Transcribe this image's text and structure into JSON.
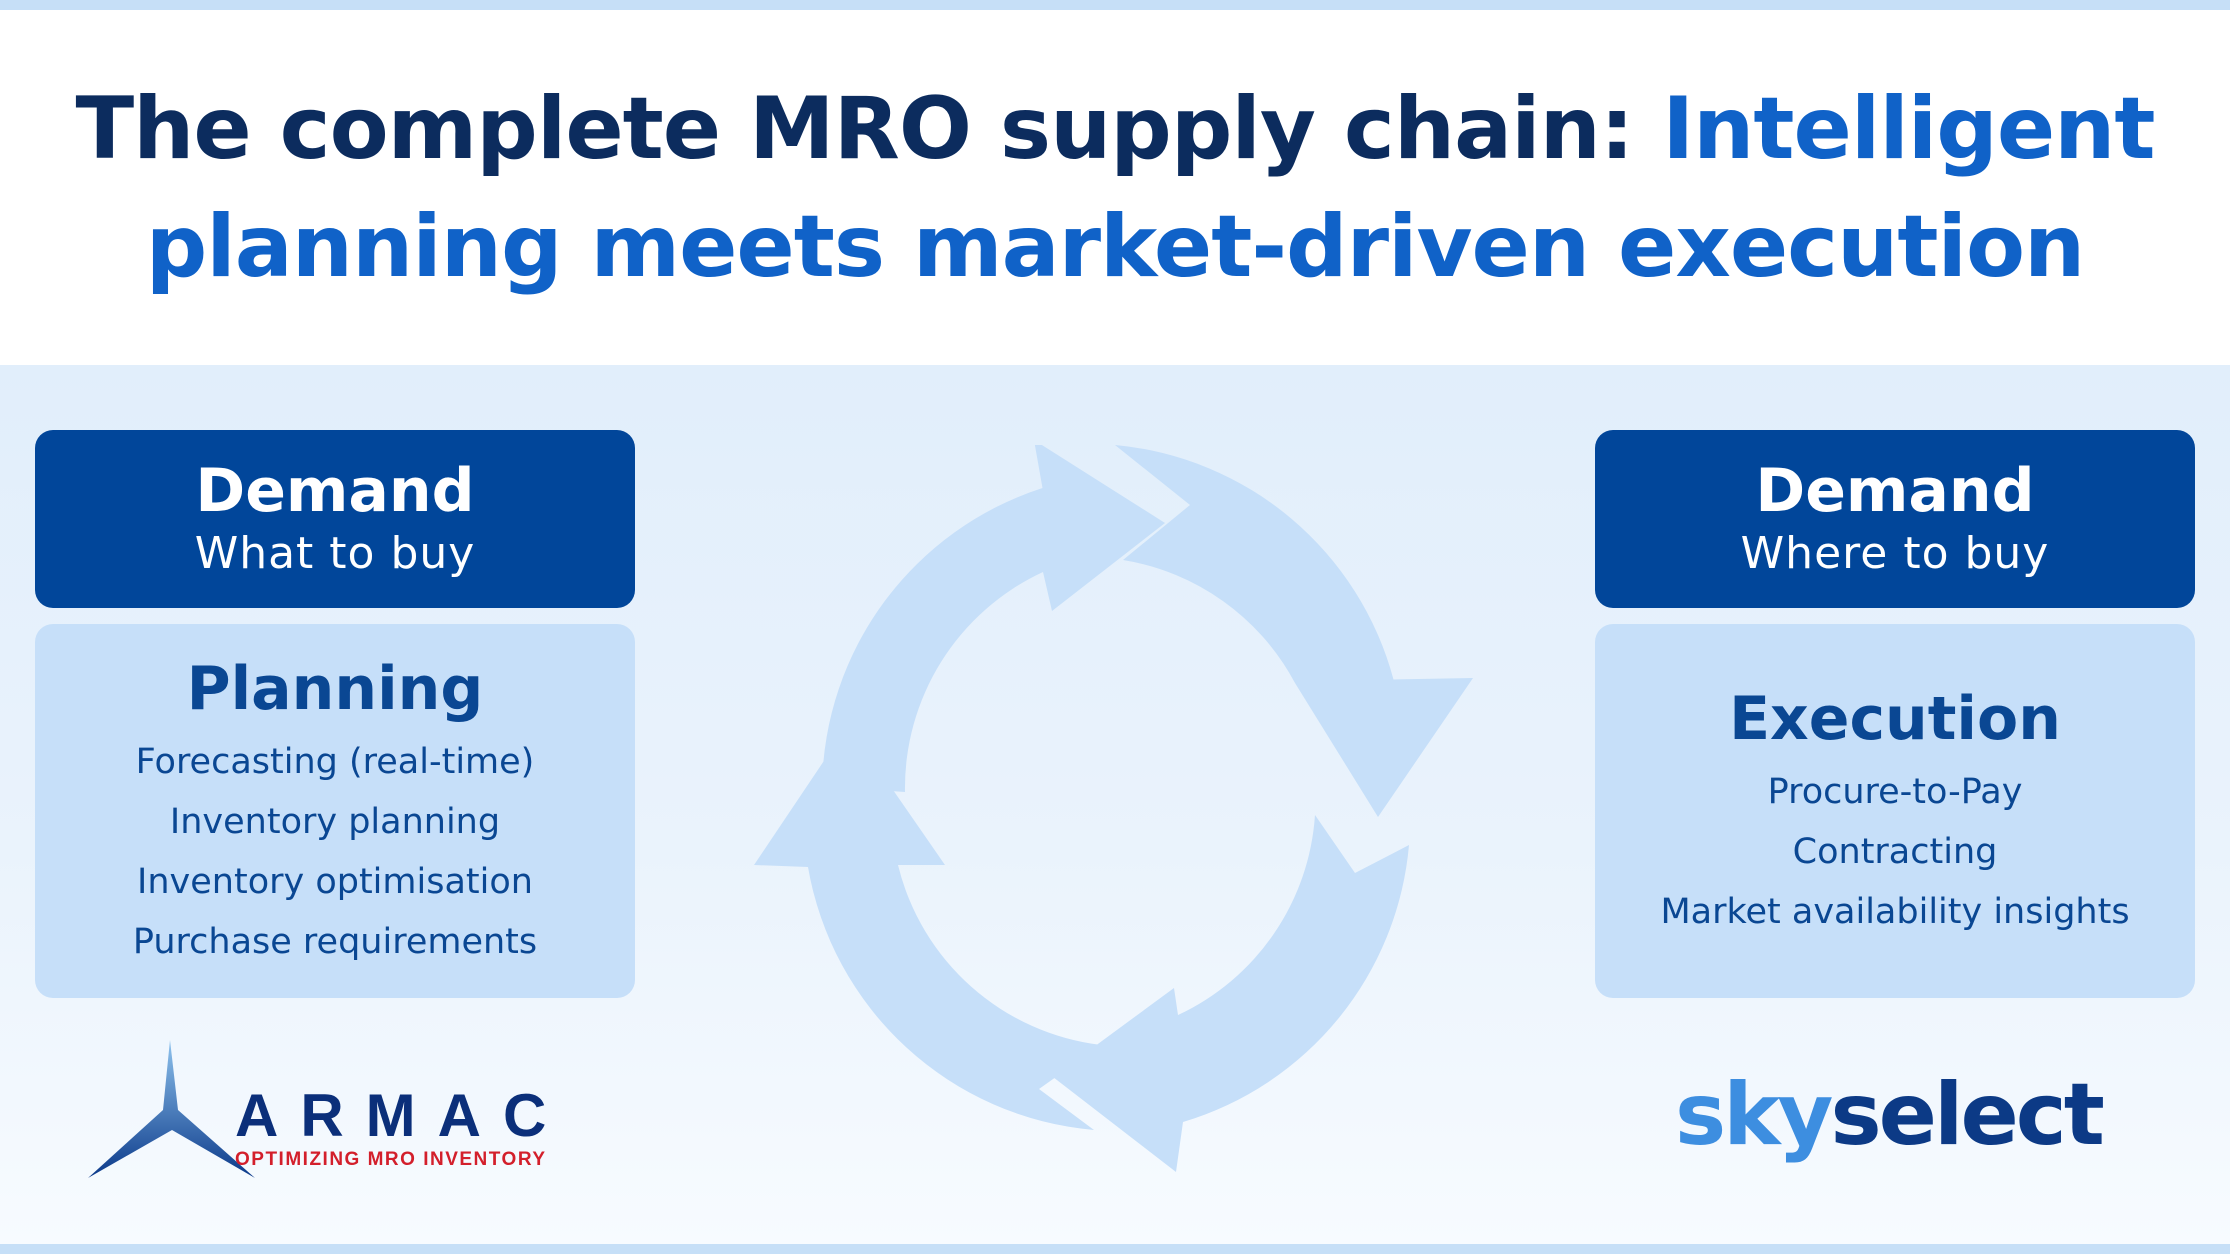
{
  "header": {
    "title_dark": "The complete MRO supply chain: ",
    "title_accent": "Intelligent planning meets market-driven execution"
  },
  "left": {
    "top": {
      "head": "Demand",
      "sub": "What to buy"
    },
    "body": {
      "head": "Planning",
      "items": [
        "Forecasting (real-time)",
        "Inventory planning",
        "Inventory optimisation",
        "Purchase requirements"
      ]
    }
  },
  "right": {
    "top": {
      "head": "Demand",
      "sub": "Where to buy"
    },
    "body": {
      "head": "Execution",
      "items": [
        "Procure-to-Pay",
        "Contracting",
        "Market availability insights"
      ]
    }
  },
  "logos": {
    "armac": {
      "name": "ARMAC",
      "tagline": "OPTIMIZING MRO INVENTORY"
    },
    "skyselect": {
      "part1": "sky",
      "part2": "select"
    }
  },
  "colors": {
    "navy": "#0c2c5e",
    "accent_blue": "#1062c8",
    "card_dark": "#01469a",
    "card_light": "#c6dff9",
    "cycle_arrows": "#c6dff9",
    "armac_red": "#d31f2b"
  }
}
